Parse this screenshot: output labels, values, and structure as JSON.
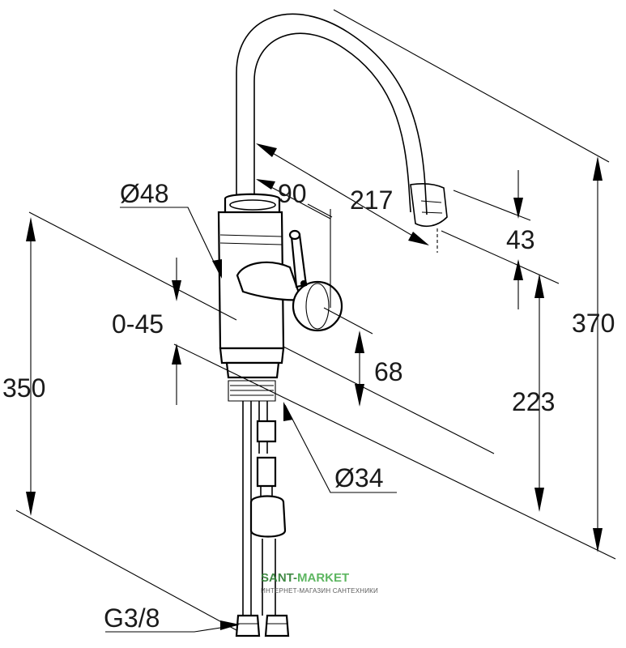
{
  "dimensions": {
    "spout_diameter": "Ø48",
    "swivel_angle": "90",
    "spout_reach": "217",
    "aerator_clearance": "43",
    "total_height": "370",
    "spout_height": "223",
    "handle_height": "68",
    "deck_thickness": "0-45",
    "hose_length": "350",
    "hole_diameter": "Ø34",
    "connection_thread": "G3/8"
  },
  "watermark": {
    "brand_part1": "SANT",
    "brand_separator": "-",
    "brand_part2": "MARKET",
    "tagline": "ИНТЕРНЕТ-МАГАЗИН САНТЕХНИКИ",
    "color_primary": "#2e7d32",
    "color_secondary": "#4caf50"
  },
  "icons": {
    "faucet": "kitchen-faucet-icon"
  }
}
